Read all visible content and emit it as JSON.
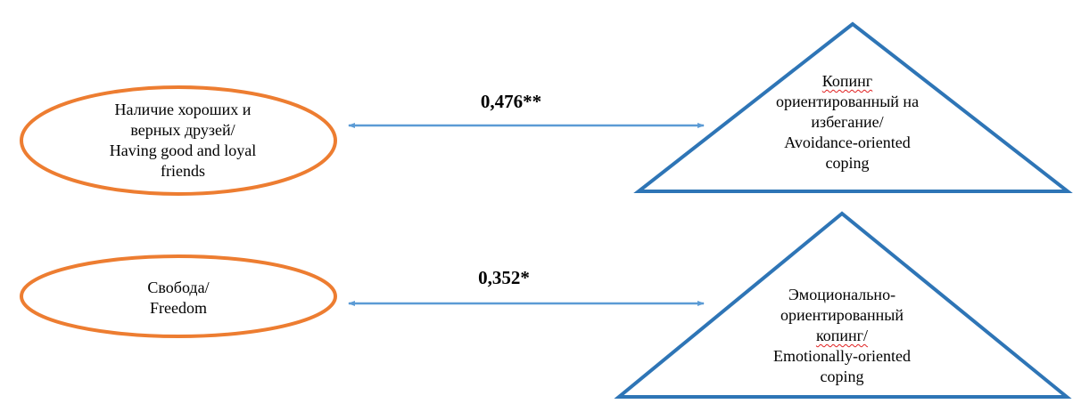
{
  "nodes": {
    "friends": {
      "line1": "Наличие хороших и",
      "line2": "верных друзей/",
      "line3": "Having good and loyal",
      "line4": "friends"
    },
    "freedom": {
      "line1": "Свобода/",
      "line2": "Freedom"
    },
    "avoidance": {
      "line1": "Копинг",
      "line2": "ориентированный на",
      "line3": "избегание/",
      "line4": "Avoidance-oriented",
      "line5": "coping"
    },
    "emotional": {
      "line1": "Эмоционально-",
      "line2": "ориентированный",
      "line3": "копинг/",
      "line4": "Emotionally-oriented",
      "line5": "coping"
    }
  },
  "links": [
    {
      "from": "friends",
      "to": "avoidance",
      "label": "0,476**"
    },
    {
      "from": "freedom",
      "to": "emotional",
      "label": "0,352*"
    }
  ],
  "colors": {
    "ellipse": "#ED7D31",
    "triangle": "#2E75B6",
    "arrow": "#5B9BD5"
  }
}
